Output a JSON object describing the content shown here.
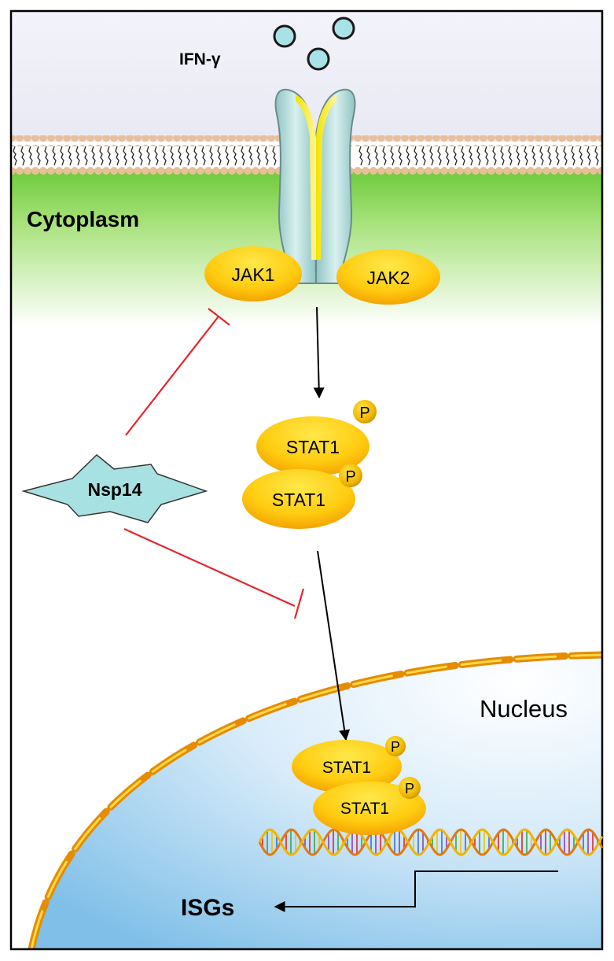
{
  "labels": {
    "ligand": "IFN-γ",
    "cytoplasm": "Cytoplasm",
    "jak1": "JAK1",
    "jak2": "JAK2",
    "stat1_a": "STAT1",
    "stat1_b": "STAT1",
    "stat1_c": "STAT1",
    "stat1_d": "STAT1",
    "phospho_a": "P",
    "phospho_b": "P",
    "phospho_c": "P",
    "phospho_d": "P",
    "inhibitor": "Nsp14",
    "nucleus": "Nucleus",
    "isgs": "ISGs"
  },
  "colors": {
    "membrane_head": "#e3b78f",
    "cytoplasm_green": "#7fd24c",
    "protein_yellow": "#ffd21a",
    "protein_orange": "#f5a000",
    "inhibition_red": "#e8242b",
    "nucleus_blue": "#a9d4f2",
    "envelope_orange": "#e08a00",
    "nsp14_fill": "#a6e0e0"
  }
}
